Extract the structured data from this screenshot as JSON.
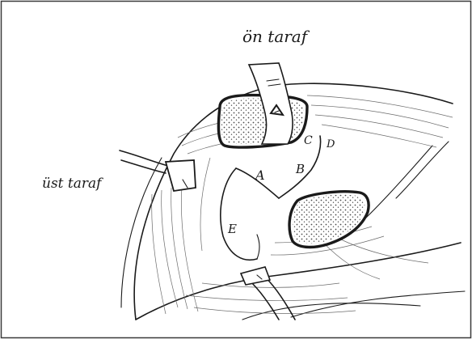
{
  "labels": {
    "top": "ön taraf",
    "left": "üst taraf",
    "A": "A",
    "B": "B",
    "C": "C",
    "D": "D",
    "E": "E"
  },
  "colors": {
    "ink": "#1a1a1a",
    "paper": "#ffffff",
    "frame": "#3a3a3a",
    "hatch": "#6b6b6b",
    "stipple": "#4a4a4a"
  },
  "icons": {
    "dots": "stipple-pattern"
  }
}
